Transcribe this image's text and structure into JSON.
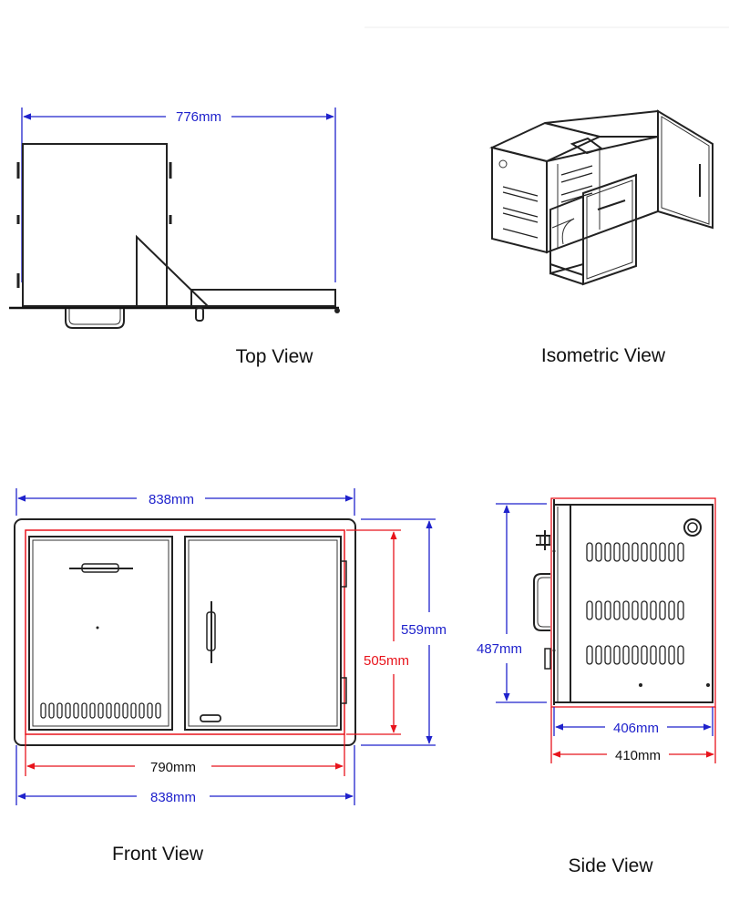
{
  "colors": {
    "blue": "#1f22cc",
    "red": "#e8141c",
    "line": "#222222"
  },
  "views": {
    "top": {
      "caption": "Top View",
      "width_label": "776mm"
    },
    "isometric": {
      "caption": "Isometric View"
    },
    "front": {
      "caption": "Front View",
      "outer_width_top_label": "838mm",
      "outer_height_label": "559mm",
      "inner_height_label": "505mm",
      "inner_width_label": "790mm",
      "outer_width_bottom_label": "838mm"
    },
    "side": {
      "caption": "Side View",
      "height_label": "487mm",
      "inner_depth_label": "406mm",
      "outer_depth_label": "410mm"
    }
  }
}
